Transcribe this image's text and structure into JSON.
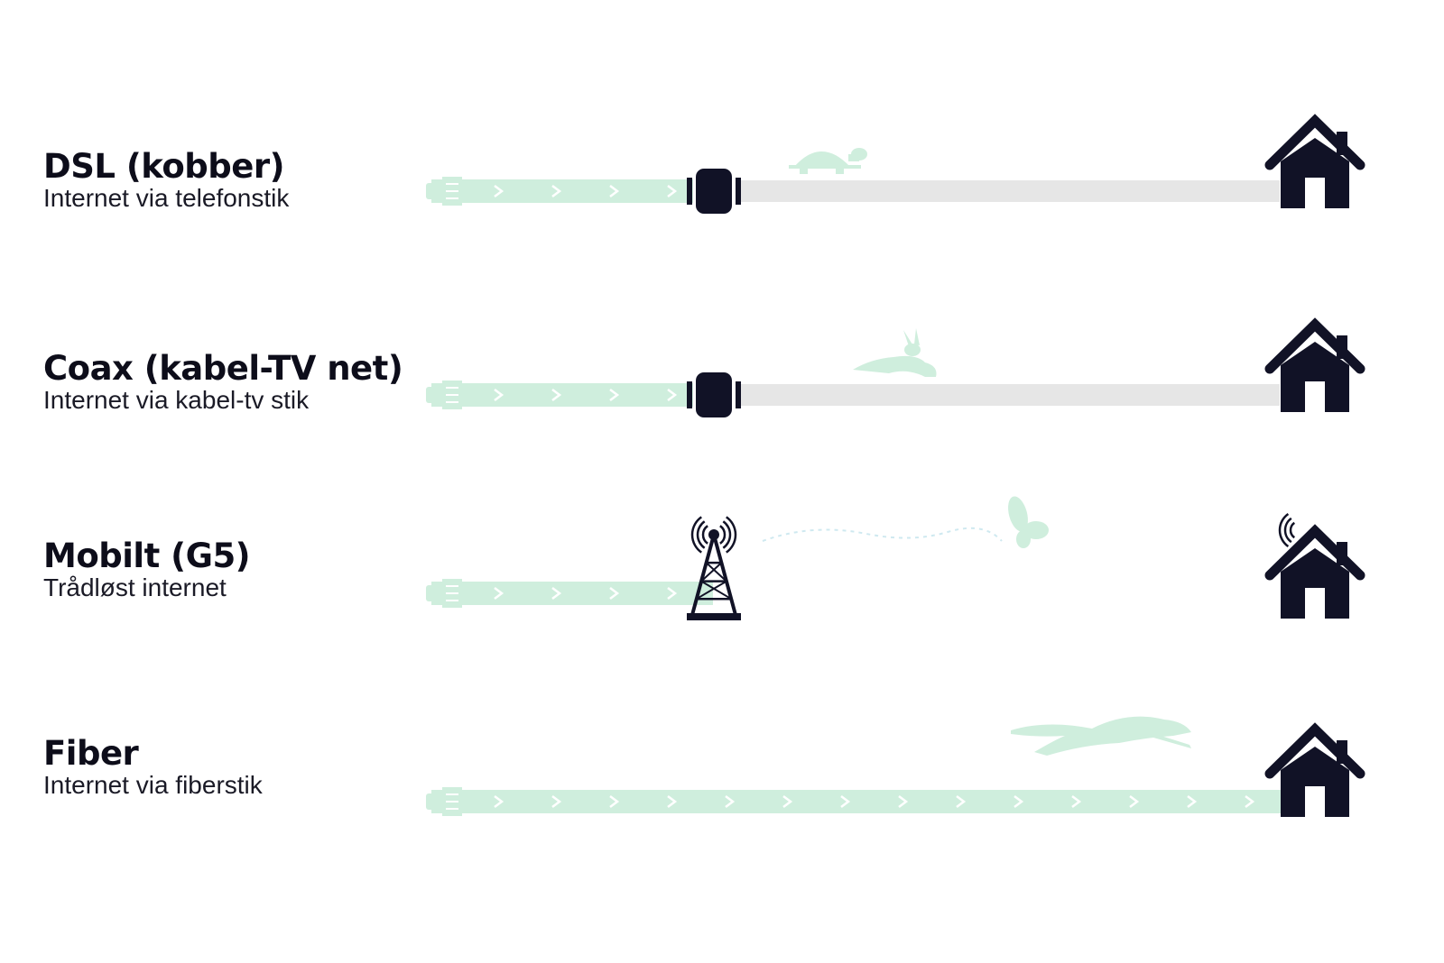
{
  "rows": [
    {
      "id": "dsl",
      "title": "DSL (kobber)",
      "subtitle": "Internet via telefonstik",
      "mid": "cabinet",
      "animal": "turtle-icon"
    },
    {
      "id": "coax",
      "title": "Coax (kabel-TV net)",
      "subtitle": "Internet via kabel-tv stik",
      "mid": "cabinet",
      "animal": "rabbit-icon"
    },
    {
      "id": "mobil",
      "title": "Mobilt (G5)",
      "subtitle": "Trådløst internet",
      "mid": "tower",
      "animal": "butterfly-icon"
    },
    {
      "id": "fiber",
      "title": "Fiber",
      "subtitle": "Internet via fiberstik",
      "mid": "none",
      "animal": "cheetah-icon"
    }
  ],
  "colors": {
    "fiber": "#cfeedd",
    "fiber_arrow": "#ffffff",
    "copper": "#e6e6e6",
    "icon": "#111226",
    "animal": "#cfeedd",
    "wireless_dots": "#cfe9f0"
  }
}
